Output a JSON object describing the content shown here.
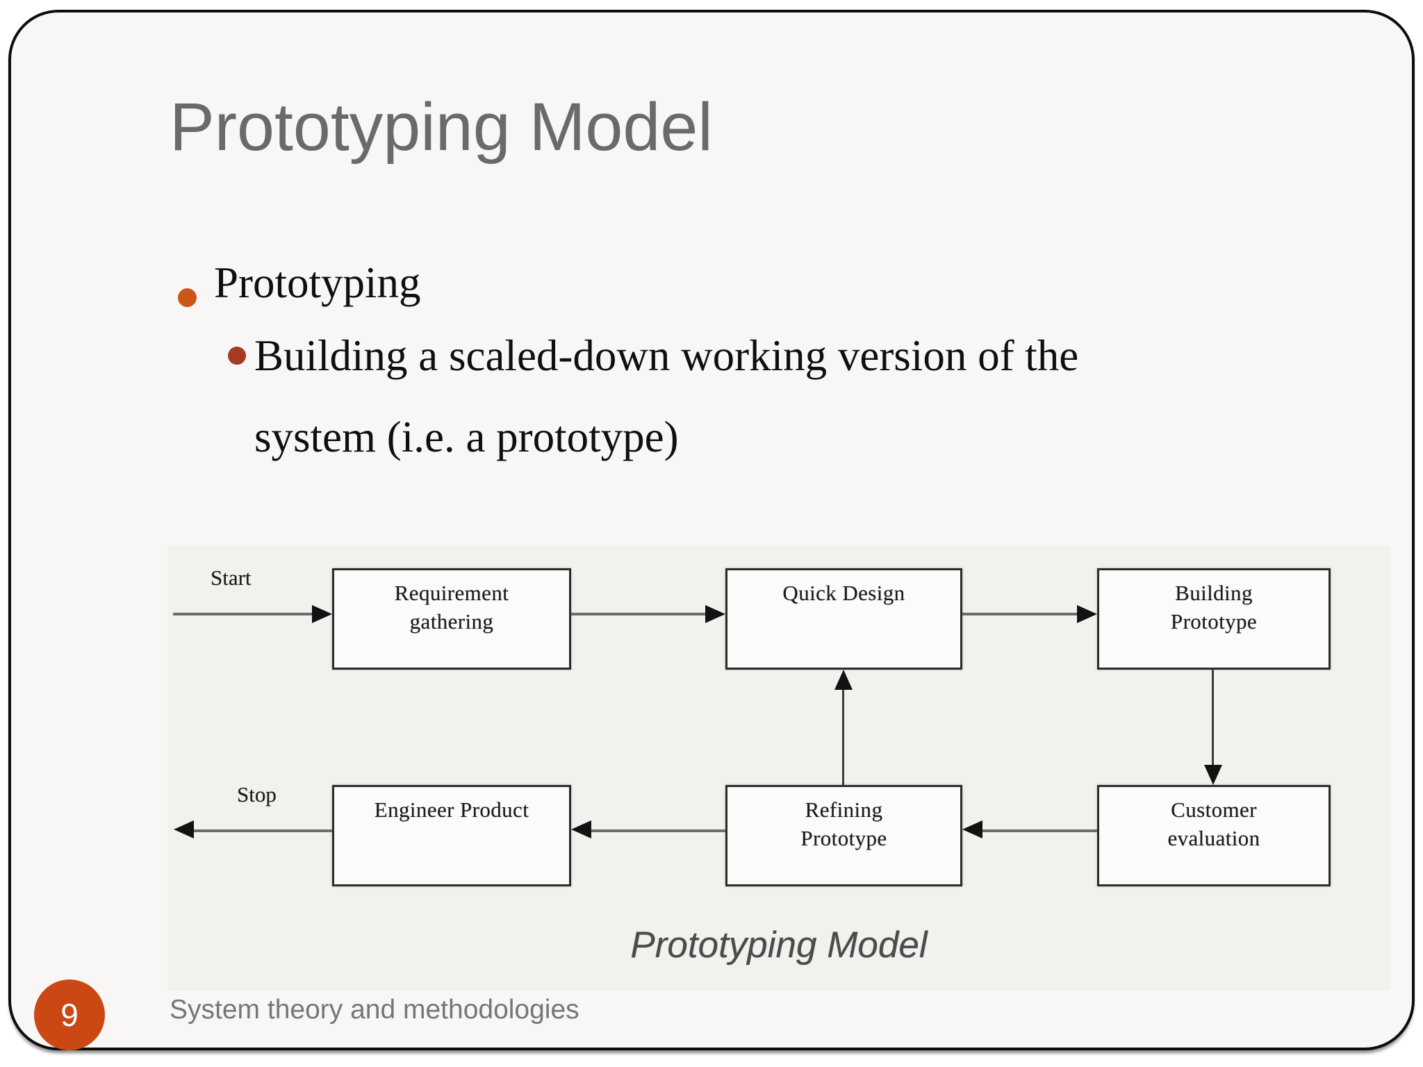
{
  "slide": {
    "title": "Prototyping Model",
    "page_number": "9",
    "footer_text": "System theory and methodologies"
  },
  "bullets": {
    "level1": "Prototyping",
    "level2": "Building a scaled-down working version of the\nsystem (i.e. a prototype)"
  },
  "diagram": {
    "start_label": "Start",
    "stop_label": "Stop",
    "caption": "Prototyping Model",
    "boxes": [
      {
        "id": "requirement-gathering",
        "label": "Requirement\ngathering"
      },
      {
        "id": "quick-design",
        "label": "Quick Design"
      },
      {
        "id": "building-prototype",
        "label": "Building\nPrototype"
      },
      {
        "id": "engineer-product",
        "label": "Engineer Product"
      },
      {
        "id": "refining-prototype",
        "label": "Refining\nPrototype"
      },
      {
        "id": "customer-evaluation",
        "label": "Customer\nevaluation"
      }
    ],
    "flow": [
      "Start -> Requirement gathering",
      "Requirement gathering -> Quick Design",
      "Quick Design -> Building Prototype",
      "Building Prototype -> Customer evaluation",
      "Customer evaluation -> Refining Prototype",
      "Refining Prototype -> Quick Design",
      "Refining Prototype -> Engineer Product",
      "Engineer Product -> Stop"
    ]
  },
  "colors": {
    "bullet_level1": "#cc5517",
    "bullet_level2": "#a63a22",
    "page_circle": "#cb4714",
    "title_gray": "#6a6a6a",
    "slide_border": "#0d0d0d"
  }
}
